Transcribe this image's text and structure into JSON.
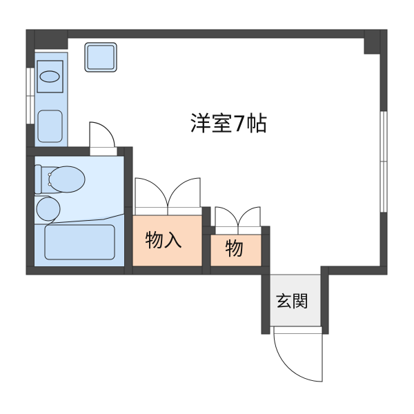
{
  "floor_plan": {
    "rooms": [
      {
        "id": "western_room",
        "label": "洋室7帖",
        "type": "western-style room",
        "size_jo": 7
      },
      {
        "id": "storage_large",
        "label": "物入",
        "type": "storage closet"
      },
      {
        "id": "storage_small",
        "label": "物",
        "type": "storage closet"
      },
      {
        "id": "entrance",
        "label": "玄関",
        "type": "entrance / genkan"
      },
      {
        "id": "unit_bath",
        "label": "",
        "type": "unit bath (toilet, sink, bathtub)"
      },
      {
        "id": "kitchen",
        "label": "",
        "type": "kitchen counter (sink, stove)"
      }
    ],
    "fixtures": [
      "kitchen-sink",
      "stove",
      "washing-machine-space",
      "toilet",
      "wash-basin",
      "bathtub"
    ],
    "colors": {
      "wall": "#4a4a4a",
      "bath_fill": "#dceeff",
      "fixture_fill": "#c8e0f8",
      "kitchen_fill": "#c8e0f8",
      "storage_fill": "#fcd9bf",
      "entrance_fill": "#eeeeee",
      "background": "#ffffff",
      "line": "#222222"
    }
  }
}
